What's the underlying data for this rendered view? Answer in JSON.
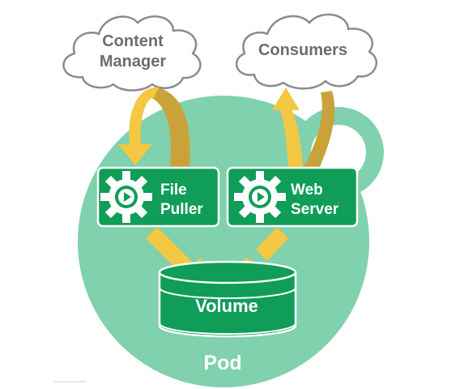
{
  "clouds": {
    "content_manager": {
      "line1": "Content",
      "line2": "Manager"
    },
    "consumers": {
      "label": "Consumers"
    }
  },
  "containers": {
    "file_puller": {
      "line1": "File",
      "line2": "Puller"
    },
    "web_server": {
      "line1": "Web",
      "line2": "Server"
    }
  },
  "volume": {
    "label": "Volume"
  },
  "pod": {
    "label": "Pod"
  },
  "colors": {
    "pod_fill": "#80d1ad",
    "container_fill": "#0f9d58",
    "container_border": "#ffffff",
    "arrow_light": "#f4c842",
    "arrow_dark": "#c9a33a",
    "cloud_stroke": "#8c8c8c",
    "cloud_text": "#6d6d6d"
  }
}
